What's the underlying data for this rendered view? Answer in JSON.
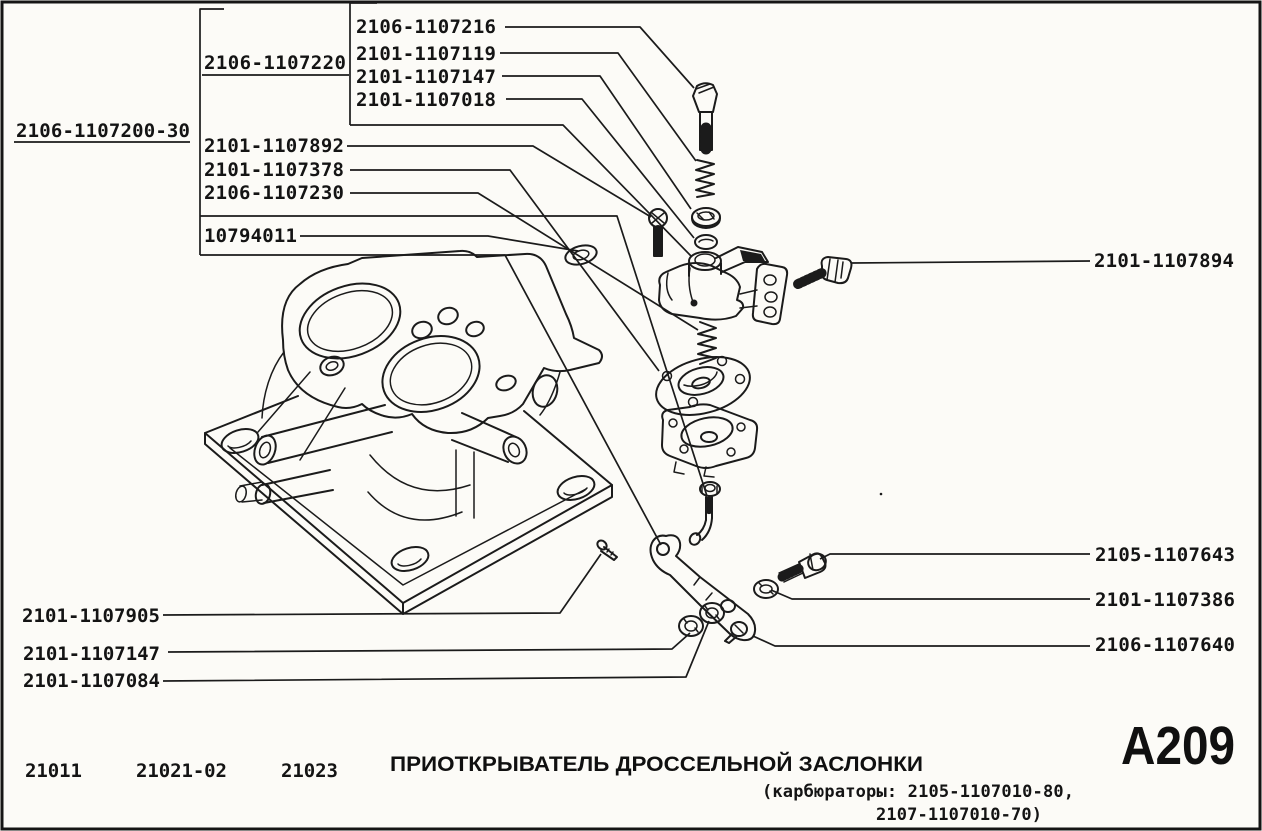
{
  "page": {
    "drawing_number": "A209",
    "title": "ПРИОТКРЫВАТЕЛЬ ДРОССЕЛЬНОЙ ЗАСЛОНКИ",
    "subtitle_line1": "(карбюраторы: 2105-1107010-80,",
    "subtitle_line2": "2107-1107010-70)",
    "model_codes": [
      "21011",
      "21021-02",
      "21023"
    ]
  },
  "labels": {
    "assembly": "2106-1107200-30",
    "subassembly": "2106-1107220",
    "bolt_long": "2106-1107216",
    "spring_upper": "2101-1107119",
    "washer_lock": "2101-1107147",
    "washer_plain": "2101-1107018",
    "bolt_small": "2101-1107892",
    "diaphragm": "2101-1107378",
    "spring_lower": "2106-1107230",
    "gasket": "10794011",
    "bolt_side": "2101-1107894",
    "screw_pin": "2101-1107905",
    "washer_lever": "2101-1107147",
    "bushing_lever": "2101-1107084",
    "screw_lever": "2105-1107643",
    "washer_small": "2101-1107386",
    "lever": "2106-1107640"
  }
}
